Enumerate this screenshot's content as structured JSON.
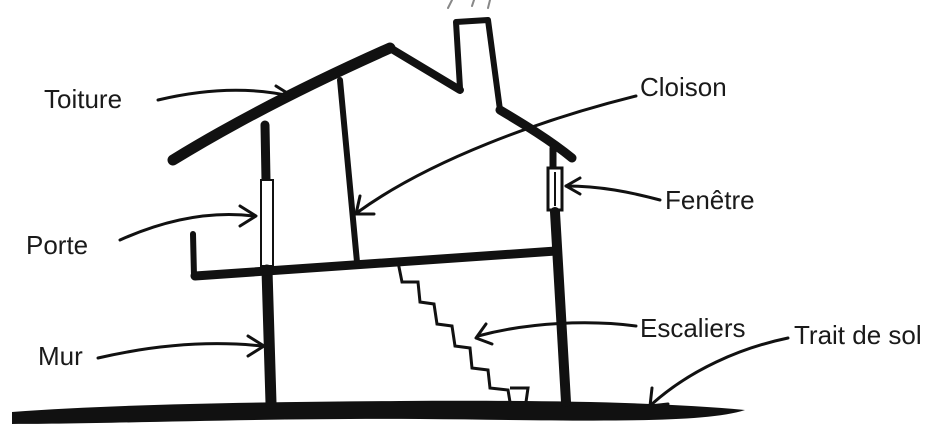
{
  "labels": {
    "toiture": "Toiture",
    "cloison": "Cloison",
    "fenetre": "Fenêtre",
    "porte": "Porte",
    "escaliers": "Escaliers",
    "trait_de_sol": "Trait de sol",
    "mur": "Mur"
  },
  "colors": {
    "ink": "#111111",
    "background": "#ffffff"
  }
}
